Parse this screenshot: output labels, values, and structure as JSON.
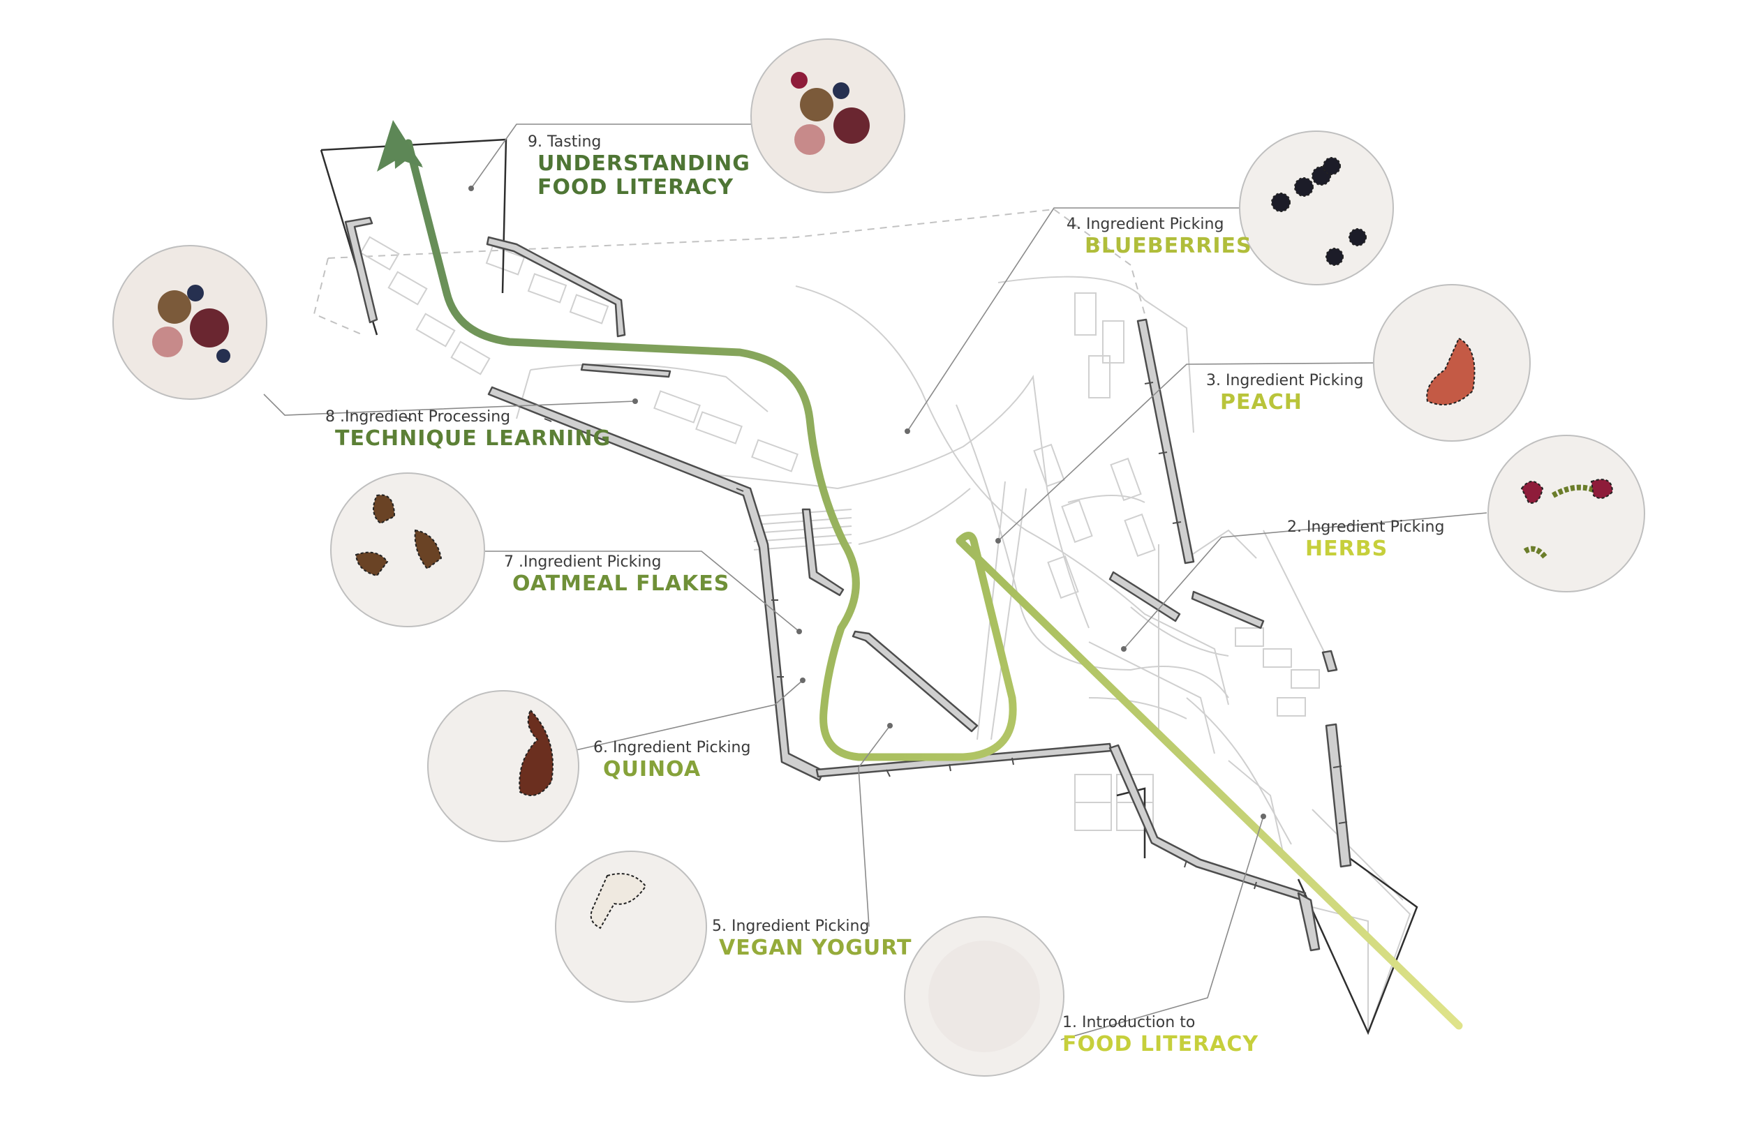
{
  "stops": [
    {
      "id": 1,
      "subtitle": "1. Introduction to",
      "title": "FOOD LITERACY",
      "color": "#c6cf3b"
    },
    {
      "id": 2,
      "subtitle": "2. Ingredient Picking",
      "title": "HERBS",
      "color": "#c6cf3b"
    },
    {
      "id": 3,
      "subtitle": "3. Ingredient Picking",
      "title": "PEACH",
      "color": "#b9c43a"
    },
    {
      "id": 4,
      "subtitle": "4. Ingredient Picking",
      "title": "BLUEBERRIES",
      "color": "#b0bd3a"
    },
    {
      "id": 5,
      "subtitle": "5. Ingredient Picking",
      "title": "VEGAN YOGURT",
      "color": "#95ab3a"
    },
    {
      "id": 6,
      "subtitle": "6. Ingredient Picking",
      "title": "QUINOA",
      "color": "#86a23a"
    },
    {
      "id": 7,
      "subtitle": "7 .Ingredient Picking",
      "title": "OATMEAL FLAKES",
      "color": "#6f9038"
    },
    {
      "id": 8,
      "subtitle": "8 .Ingredient Processing",
      "title": "TECHNIQUE LEARNING",
      "color": "#5c8036"
    },
    {
      "id": 9,
      "subtitle": "9. Tasting",
      "title": "UNDERSTANDING",
      "title2": "FOOD LITERACY",
      "color": "#4e7534"
    }
  ],
  "colors": {
    "route_start": "#d6dc7c",
    "route_end": "#5f8a55",
    "wall_fill": "#d0d0d0",
    "wall_stroke": "#555555",
    "plan_line": "#c8c8c8",
    "leader": "#8a8a8a"
  },
  "icons": {
    "plate": "food-plate-icon",
    "arrow": "route-arrow-icon"
  }
}
